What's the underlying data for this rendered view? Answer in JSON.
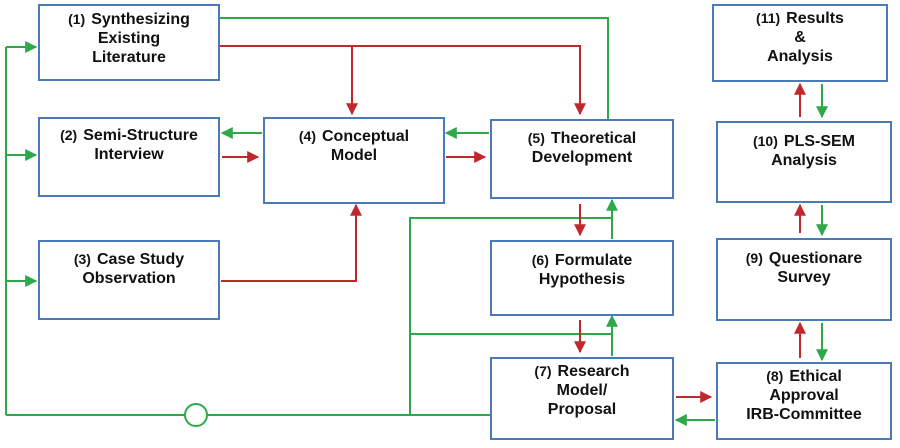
{
  "colors": {
    "border": "#4a7ab8",
    "red_arrow": "#c0282d",
    "green_arrow": "#2fa84a"
  },
  "boxes": {
    "b1": {
      "num": "(1)",
      "lines": [
        "Synthesizing",
        "Existing",
        "Literature"
      ]
    },
    "b2": {
      "num": "(2)",
      "lines": [
        "Semi-Structure",
        "Interview"
      ]
    },
    "b3": {
      "num": "(3)",
      "lines": [
        "Case Study",
        "Observation"
      ]
    },
    "b4": {
      "num": "(4)",
      "lines": [
        "Conceptual",
        "Model"
      ]
    },
    "b5": {
      "num": "(5)",
      "lines": [
        "Theoretical",
        "Development"
      ]
    },
    "b6": {
      "num": "(6)",
      "lines": [
        "Formulate",
        "Hypothesis"
      ]
    },
    "b7": {
      "num": "(7)",
      "lines": [
        "Research",
        "Model/",
        "Proposal"
      ]
    },
    "b8": {
      "num": "(8)",
      "lines": [
        "Ethical",
        "Approval",
        "IRB-Committee"
      ]
    },
    "b9": {
      "num": "(9)",
      "lines": [
        "Questionare",
        "Survey"
      ]
    },
    "b10": {
      "num": "(10)",
      "lines": [
        "PLS-SEM",
        "Analysis"
      ]
    },
    "b11": {
      "num": "(11)",
      "lines": [
        "Results",
        "&",
        "Analysis"
      ]
    }
  }
}
